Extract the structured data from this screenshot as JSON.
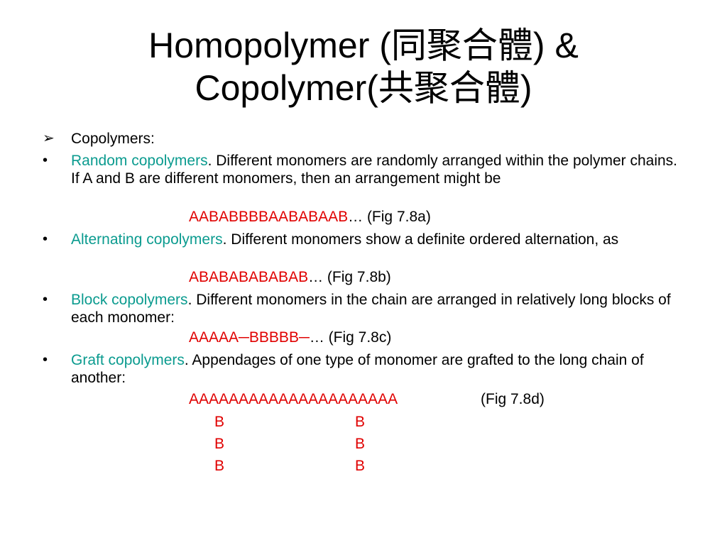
{
  "title": {
    "line1": "Homopolymer (同聚合體) &",
    "line2": "Copolymer(共聚合體)"
  },
  "colors": {
    "term": "#0b9b8f",
    "sequence": "#e00000",
    "text": "#000000"
  },
  "intro": {
    "marker": "➢",
    "label": "Copolymers:"
  },
  "items": [
    {
      "marker": "•",
      "term": "Random copolymers",
      "rest": ". Different monomers are randomly arranged within the polymer chains. If A and B are different monomers, then an arrangement might be",
      "sequence": "AABABBBBAABABAAB",
      "suffix": "… (Fig 7.8a)"
    },
    {
      "marker": "•",
      "term": "Alternating copolymers",
      "rest": ". Different monomers show a definite ordered alternation, as",
      "sequence": "ABABABABABAB",
      "suffix": "… (Fig 7.8b)"
    },
    {
      "marker": "•",
      "term": "Block copolymers",
      "rest": ". Different monomers in the chain are arranged in relatively long blocks of each monomer:",
      "sequence": "AAAAA─BBBBB─",
      "suffix": "… (Fig 7.8c)"
    },
    {
      "marker": "•",
      "term": "Graft copolymers",
      "rest": ". Appendages of one type of monomer are grafted to the long chain of another:",
      "sequence": "AAAAAAAAAAAAAAAAAAAAA",
      "suffix": "(Fig 7.8d)"
    }
  ],
  "graft_branches": {
    "left": [
      "B",
      "B",
      "B"
    ],
    "right": [
      "B",
      "B",
      "B"
    ]
  }
}
